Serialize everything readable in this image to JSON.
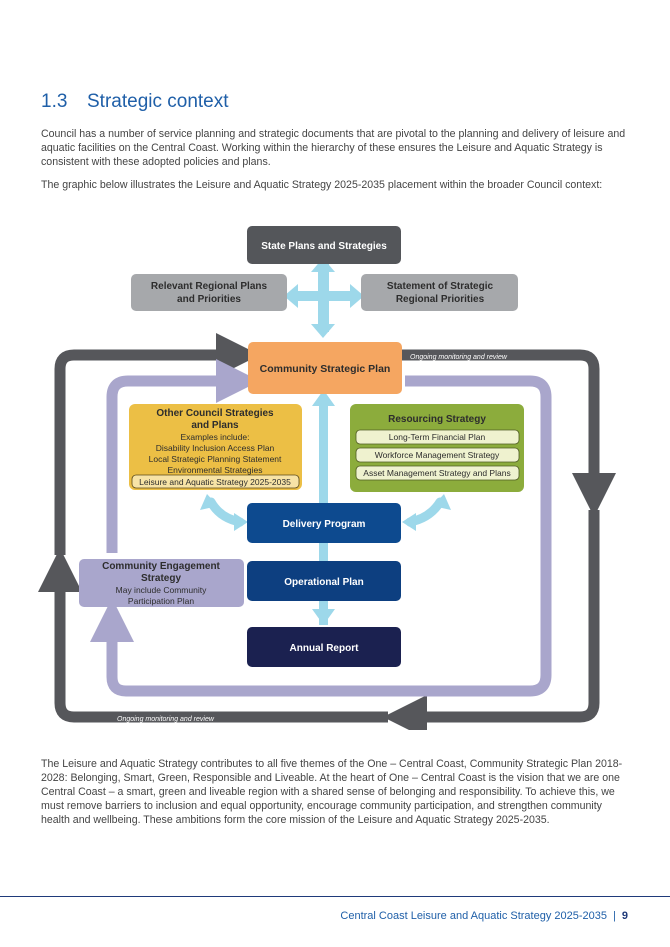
{
  "section": {
    "number": "1.3",
    "title": "Strategic context"
  },
  "intro": [
    "Council has a number of service planning and strategic documents that are pivotal to the planning and delivery of leisure and aquatic facilities on the Central Coast. Working within the hierarchy of these ensures the Leisure and Aquatic Strategy is consistent with these adopted policies and plans.",
    "The graphic below illustrates the Leisure and Aquatic Strategy 2025-2035 placement within the broader Council context:"
  ],
  "diagram": {
    "state": "State Plans and Strategies",
    "regional_plans": [
      "Relevant Regional Plans",
      "and Priorities"
    ],
    "statement": [
      "Statement of Strategic",
      "Regional Priorities"
    ],
    "csp": "Community Strategic Plan",
    "monitoring_top": "Ongoing monitoring and review",
    "monitoring_bottom": "Ongoing monitoring and review",
    "other": {
      "title": [
        "Other Council Strategies",
        "and Plans"
      ],
      "lines": [
        "Examples include:",
        "Disability Inclusion Access Plan",
        "Local Strategic Planning Statement",
        "Environmental Strategies"
      ],
      "highlight": "Leisure and Aquatic Strategy 2025-2035"
    },
    "resourcing": {
      "title": "Resourcing Strategy",
      "items": [
        "Long-Term Financial Plan",
        "Workforce Management Strategy",
        "Asset Management Strategy and Plans"
      ]
    },
    "delivery": "Delivery Program",
    "operational": "Operational Plan",
    "annual": "Annual Report",
    "engagement": {
      "title": [
        "Community Engagement",
        "Strategy"
      ],
      "lines": [
        "May include Community",
        "Participation Plan"
      ]
    },
    "colors": {
      "state": "#54565a",
      "regional": "#a6a8ab",
      "csp": "#f5a661",
      "other": "#ecbf45",
      "resourcing": "#8cac3c",
      "delivery": "#0d4a8f",
      "operational": "#0d3f80",
      "annual": "#1b2150",
      "engagement": "#a9a6cc",
      "arrow_light": "#9dd8ea",
      "loop_dark": "#56575b",
      "loop_purple": "#a9a6cc"
    }
  },
  "outro": "The Leisure and Aquatic Strategy contributes to all five themes of the One – Central Coast, Community Strategic Plan 2018-2028: Belonging, Smart, Green, Responsible and Liveable. At the heart of One – Central Coast is the vision that we are one Central Coast – a smart, green and liveable region with a shared sense of belonging and responsibility. To achieve this, we must remove barriers to inclusion and equal opportunity, encourage community participation, and strengthen community health and wellbeing. These ambitions form the core mission of the Leisure and Aquatic Strategy 2025-2035.",
  "footer": {
    "title": "Central Coast Leisure and Aquatic Strategy 2025-2035",
    "separator": "|",
    "page": "9"
  }
}
